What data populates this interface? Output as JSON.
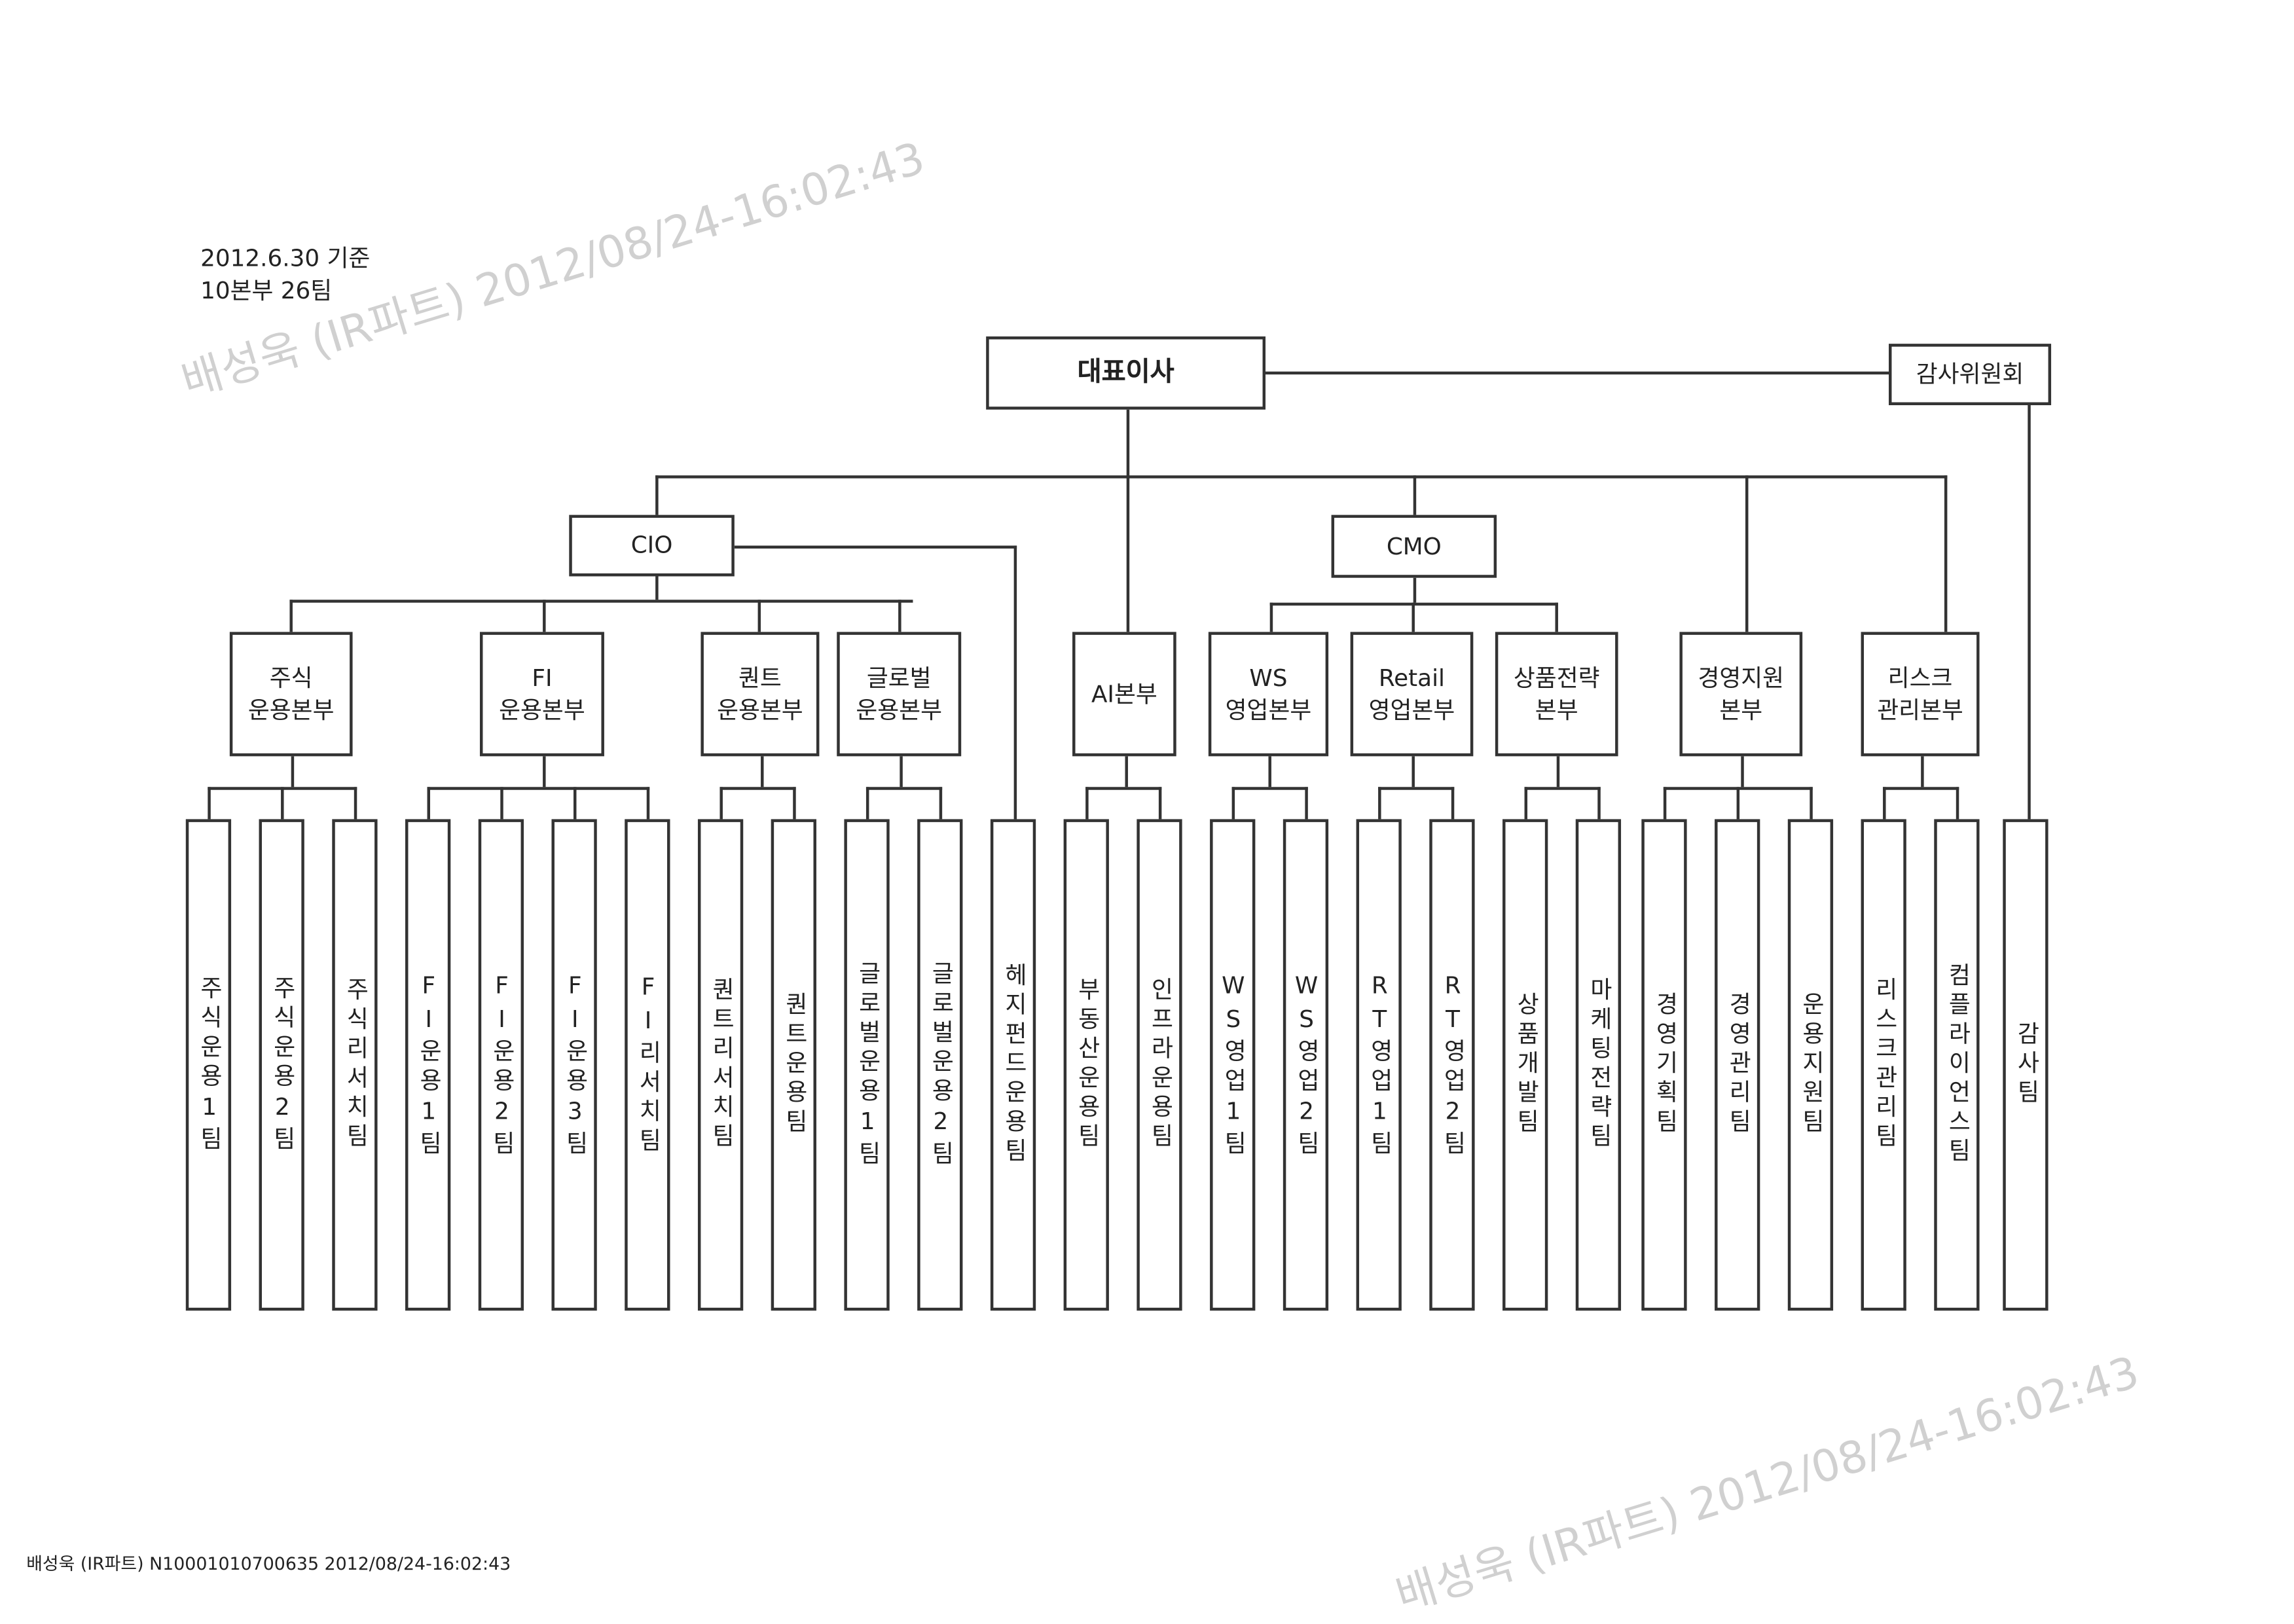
{
  "header": {
    "date_note": "2012.6.30 기준",
    "summary": "10본부 26팀"
  },
  "ceo": "대표이사",
  "audit_committee": "감사위원회",
  "cio": "CIO",
  "cmo": "CMO",
  "divisions": [
    {
      "name": "주식\n운용본부",
      "teams": [
        "주식운용1팀",
        "주식운용2팀",
        "주식리서치팀"
      ]
    },
    {
      "name": "FI\n운용본부",
      "teams": [
        "FI운용1팀",
        "FI운용2팀",
        "FI운용3팀",
        "FI리서치팀"
      ]
    },
    {
      "name": "퀀트\n운용본부",
      "teams": [
        "퀀트리서치팀",
        "퀀트운용팀"
      ]
    },
    {
      "name": "글로벌\n운용본부",
      "teams": [
        "글로벌운용1팀",
        "글로벌운용2팀"
      ]
    },
    {
      "name": "AI본부",
      "teams": [
        "부동산운용팀",
        "인프라운용팀"
      ]
    },
    {
      "name": "WS\n영업본부",
      "teams": [
        "WS영업1팀",
        "WS영업2팀"
      ]
    },
    {
      "name": "Retail\n영업본부",
      "teams": [
        "RT영업1팀",
        "RT영업2팀"
      ]
    },
    {
      "name": "상품전략\n본부",
      "teams": [
        "상품개발팀",
        "마케팅전략팀"
      ]
    },
    {
      "name": "경영지원\n본부",
      "teams": [
        "경영기획팀",
        "경영관리팀",
        "운용지원팀"
      ]
    },
    {
      "name": "리스크\n관리본부",
      "teams": [
        "리스크관리팀",
        "컴플라이언스팀"
      ]
    }
  ],
  "hedge_team": "헤지펀드운용팀",
  "audit_team": "감사팀",
  "watermark": "배성욱 (IR파트) 2012/08/24-16:02:43",
  "footer": "배성욱 (IR파트) N10001010700635 2012/08/24-16:02:43"
}
